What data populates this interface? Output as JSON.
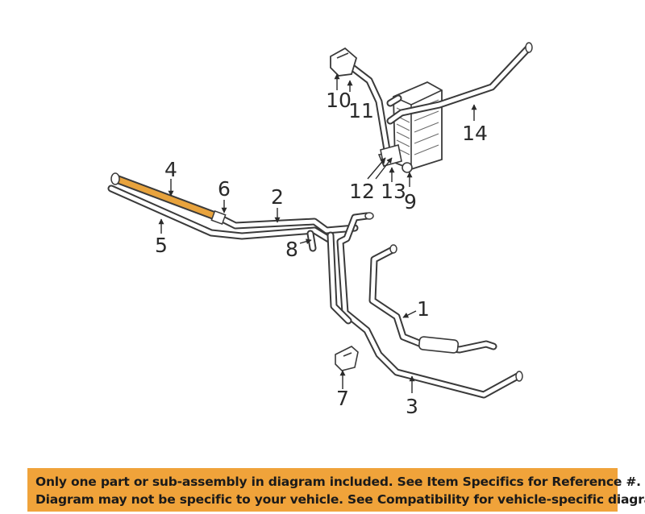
{
  "callouts": {
    "c1": "1",
    "c2": "2",
    "c3": "3",
    "c4": "4",
    "c5": "5",
    "c6": "6",
    "c7": "7",
    "c8": "8",
    "c9": "9",
    "c10": "10",
    "c11": "11",
    "c12": "12",
    "c13": "13",
    "c14": "14"
  },
  "highlight_color": "#e8a33d",
  "banner": {
    "line1": "Only one part or sub-assembly in diagram included. See Item Specifics for Reference #.",
    "line2": "Diagram may not be specific to your vehicle. See Compatibility for vehicle-specific diagrams.",
    "background": "#f0a33a"
  }
}
